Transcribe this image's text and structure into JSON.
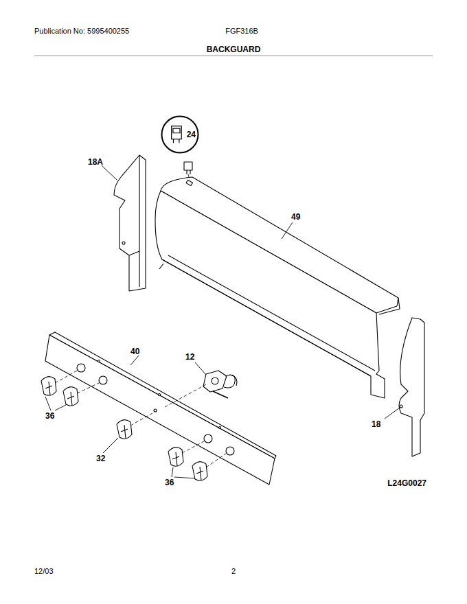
{
  "diagram": {
    "title": "BACKGUARD",
    "nodes": [
      {
        "text": [
          "24"
        ]
      }
    ],
    "labels": [
      "Publication No: 5995400255",
      "FGF316B",
      "18A",
      "49",
      "40",
      "12",
      "36",
      "32",
      "36",
      "18",
      "L24G0027",
      "12/03",
      "2"
    ]
  }
}
